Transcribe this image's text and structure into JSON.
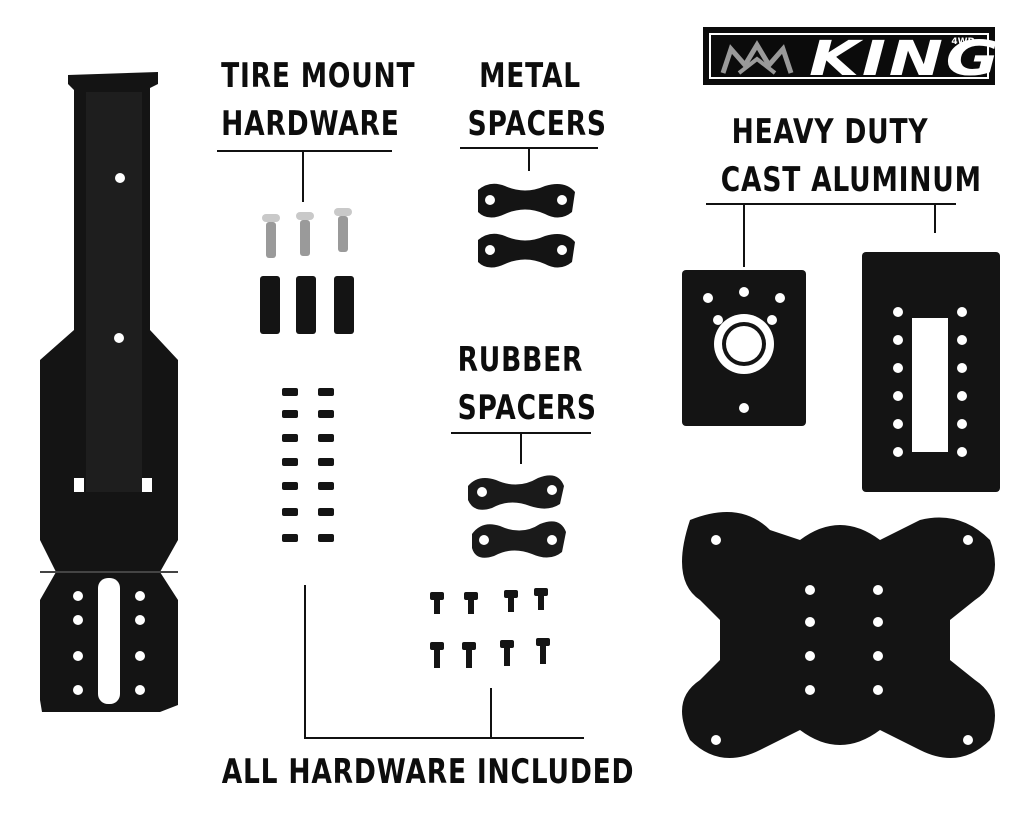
{
  "brand": {
    "name": "KING",
    "suffix": "4WD"
  },
  "labels": {
    "tire_mount_line1": "TIRE MOUNT",
    "tire_mount_line2": "HARDWARE",
    "metal_line1": "METAL",
    "metal_line2": "SPACERS",
    "rubber_line1": "RUBBER",
    "rubber_line2": "SPACERS",
    "heavy_line1": "HEAVY DUTY",
    "heavy_line2": "CAST ALUMINUM",
    "all_hardware": "ALL HARDWARE INCLUDED"
  },
  "colors": {
    "background": "#ffffff",
    "part_black": "#141414",
    "text": "#0d0d0d"
  }
}
